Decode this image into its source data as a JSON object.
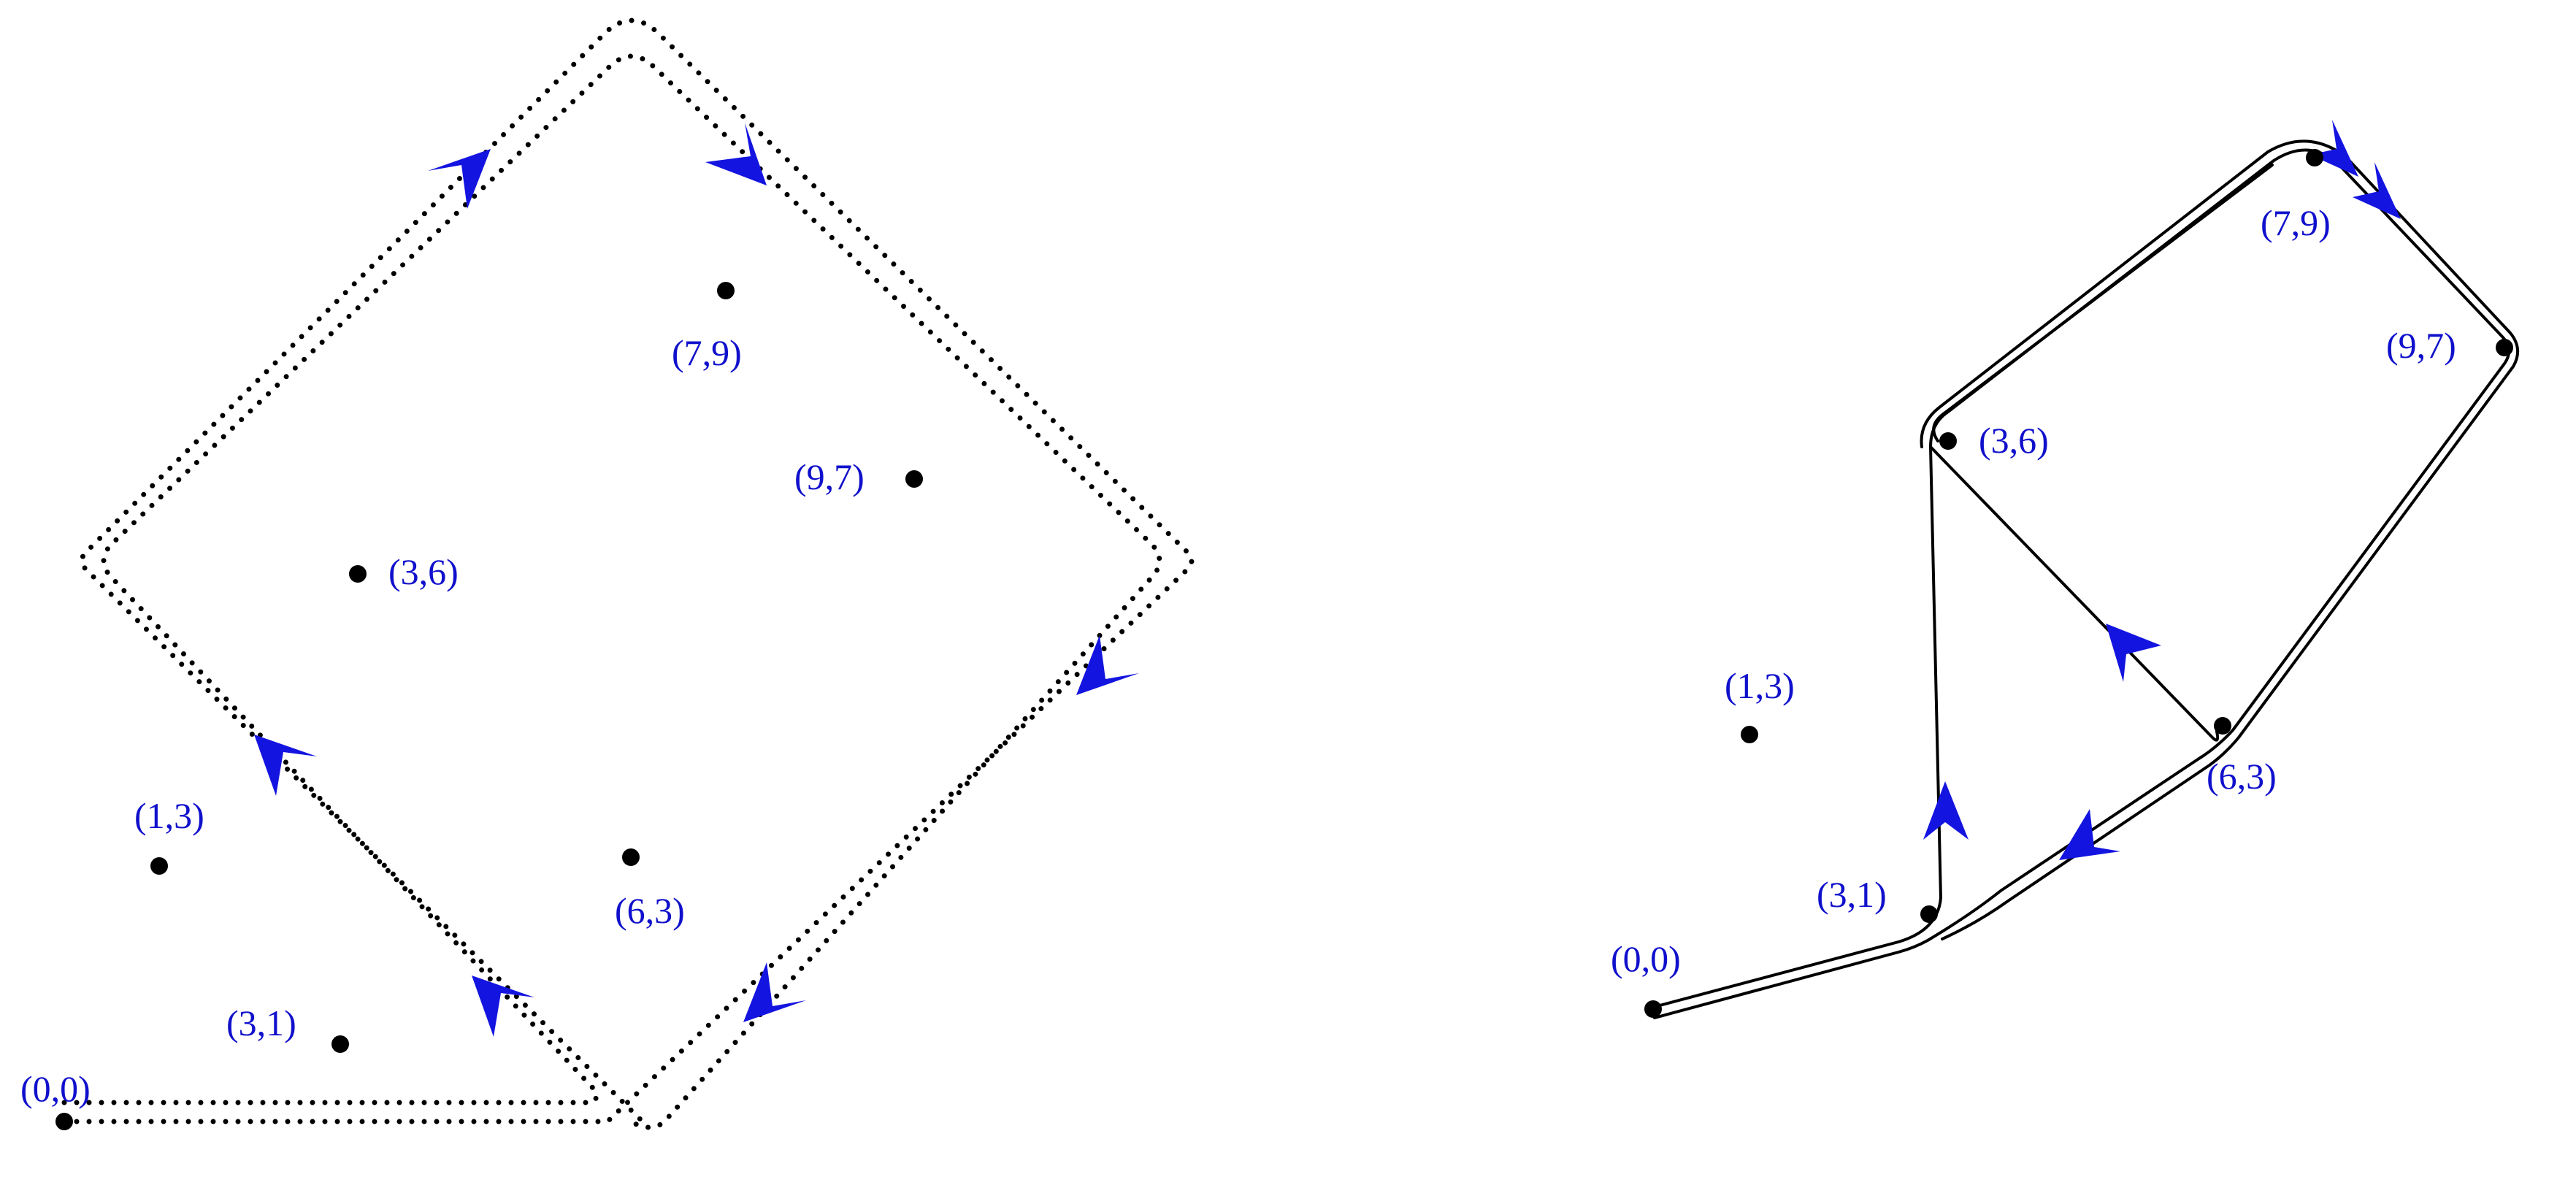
{
  "left_panel": {
    "points": [
      {
        "label": "(0,0)"
      },
      {
        "label": "(1,3)"
      },
      {
        "label": "(3,1)"
      },
      {
        "label": "(3,6)"
      },
      {
        "label": "(6,3)"
      },
      {
        "label": "(7,9)"
      },
      {
        "label": "(9,7)"
      }
    ]
  },
  "right_panel": {
    "points": [
      {
        "label": "(0,0)"
      },
      {
        "label": "(1,3)"
      },
      {
        "label": "(3,1)"
      },
      {
        "label": "(3,6)"
      },
      {
        "label": "(6,3)"
      },
      {
        "label": "(7,9)"
      },
      {
        "label": "(9,7)"
      }
    ]
  },
  "colors": {
    "label": "#1010cc",
    "arrow": "#1414e0",
    "path": "#000000"
  }
}
